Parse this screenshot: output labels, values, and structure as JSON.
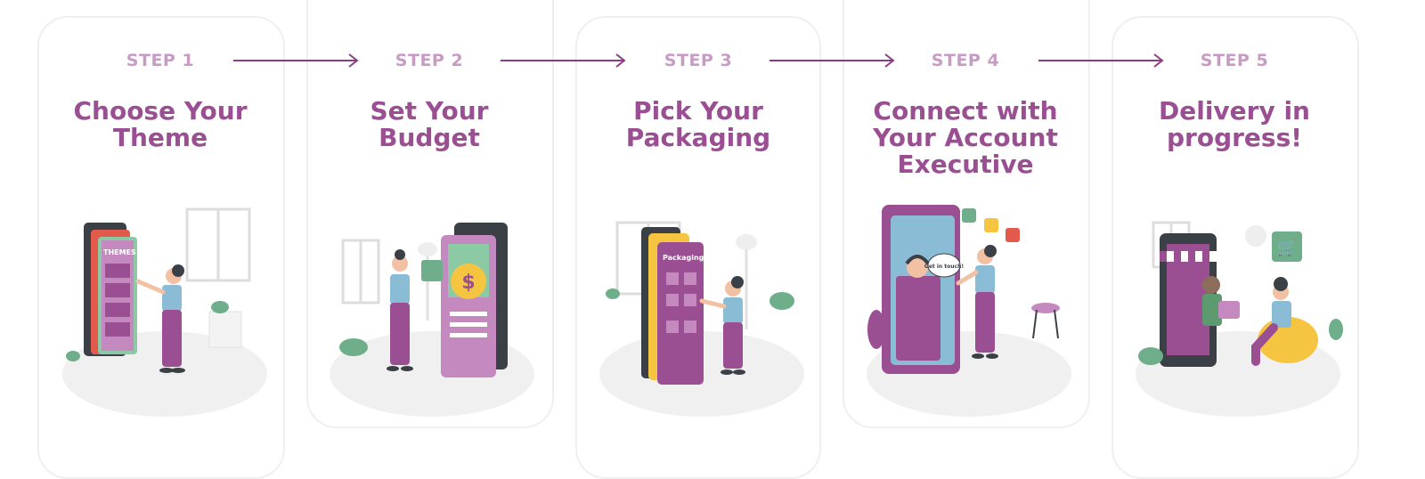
{
  "colors": {
    "step_label": "#c79bc4",
    "title": "#9a4f93",
    "arrow": "#8a3f85",
    "card_border": "#f1eef3",
    "purple": "#9a4f93",
    "light_purple": "#c48ac0",
    "teal": "#6fae8a",
    "mint": "#8cc9a5",
    "yellow": "#f5c542",
    "red": "#e25a4c",
    "dark": "#3b4046",
    "skin": "#f2c1a4",
    "shirt": "#8bbcd6",
    "gray": "#eeeeee"
  },
  "steps": [
    {
      "label": "STEP 1",
      "title_lines": [
        "Choose Your",
        "Theme"
      ],
      "illustration": "woman-selecting-theme-on-phone",
      "screen_text": "THEMES"
    },
    {
      "label": "STEP 2",
      "title_lines": [
        "Set Your",
        "Budget"
      ],
      "illustration": "woman-with-budget-phone",
      "screen_text": "$"
    },
    {
      "label": "STEP 3",
      "title_lines": [
        "Pick Your",
        "Packaging"
      ],
      "illustration": "woman-picking-packaging-on-phone",
      "screen_text": "Packaging"
    },
    {
      "label": "STEP 4",
      "title_lines": [
        "Connect with",
        "Your Account",
        "Executive"
      ],
      "illustration": "woman-calling-account-executive",
      "screen_text": "Get in touch!"
    },
    {
      "label": "STEP 5",
      "title_lines": [
        "Delivery in",
        "progress!"
      ],
      "illustration": "courier-delivering-package",
      "screen_text": ""
    }
  ]
}
